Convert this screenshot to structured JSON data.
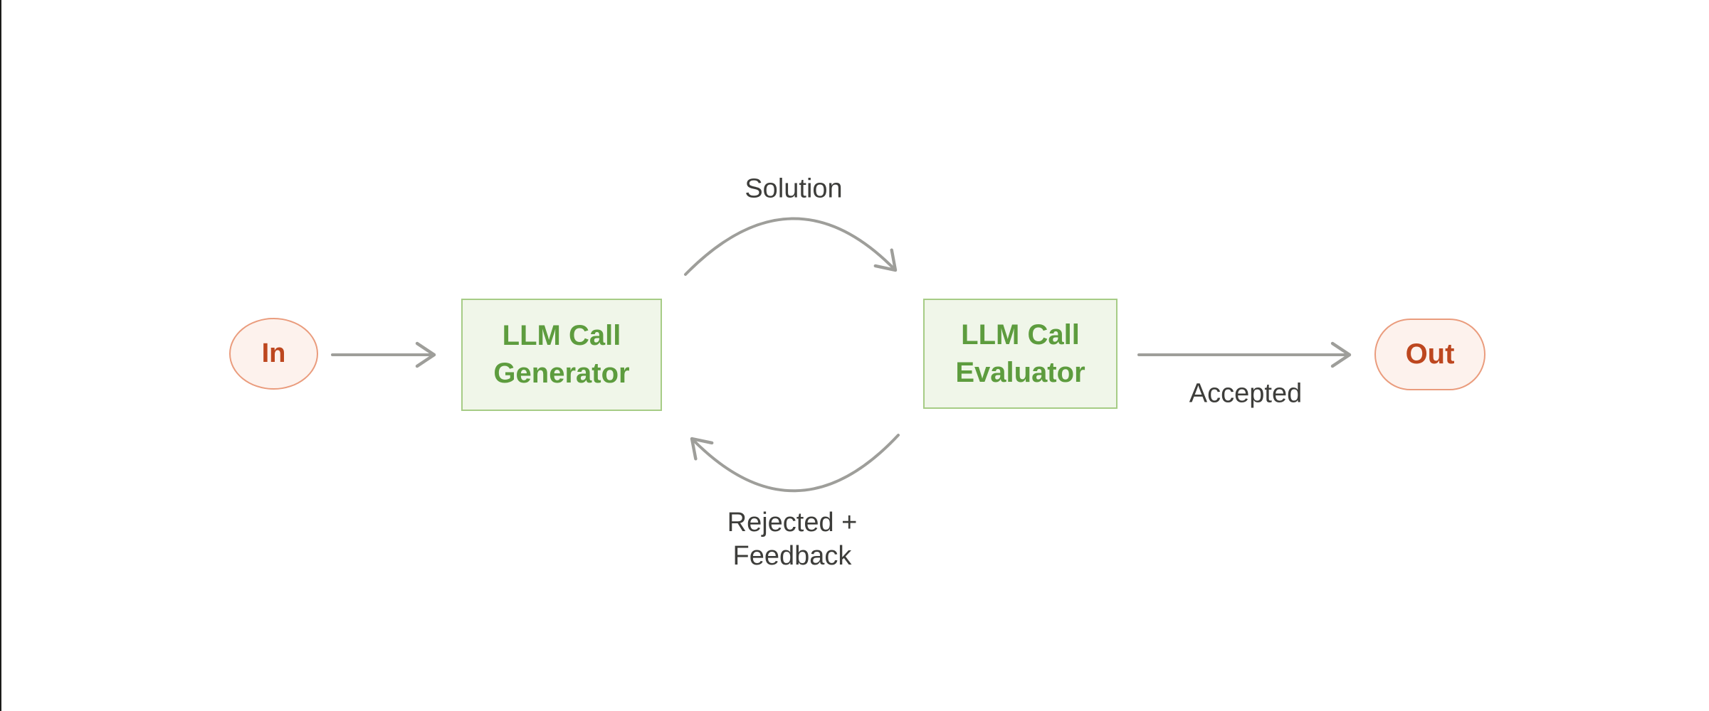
{
  "diagram": {
    "title_semantic": "evaluator-optimizer LLM workflow",
    "nodes": {
      "in": {
        "label": "In"
      },
      "generator": {
        "line1": "LLM Call",
        "line2": "Generator"
      },
      "evaluator": {
        "line1": "LLM Call",
        "line2": "Evaluator"
      },
      "out": {
        "label": "Out"
      }
    },
    "edges": {
      "solution": {
        "label": "Solution"
      },
      "accepted": {
        "label": "Accepted"
      },
      "rejected": {
        "line1": "Rejected +",
        "line2": "Feedback"
      }
    }
  },
  "colors": {
    "background": "#ffffff",
    "left_edge_line": "#1b1b19",
    "arrow_gray": "#9e9e9a",
    "label_text": "#3d3d3a",
    "box_fill_green": "#f0f6e9",
    "box_border_green": "#a6cc85",
    "box_text_green": "#5d9c3e",
    "terminal_fill_pink": "#fdf2ed",
    "terminal_border_salmon": "#ea9c7d",
    "terminal_text_rust": "#bd471f"
  }
}
